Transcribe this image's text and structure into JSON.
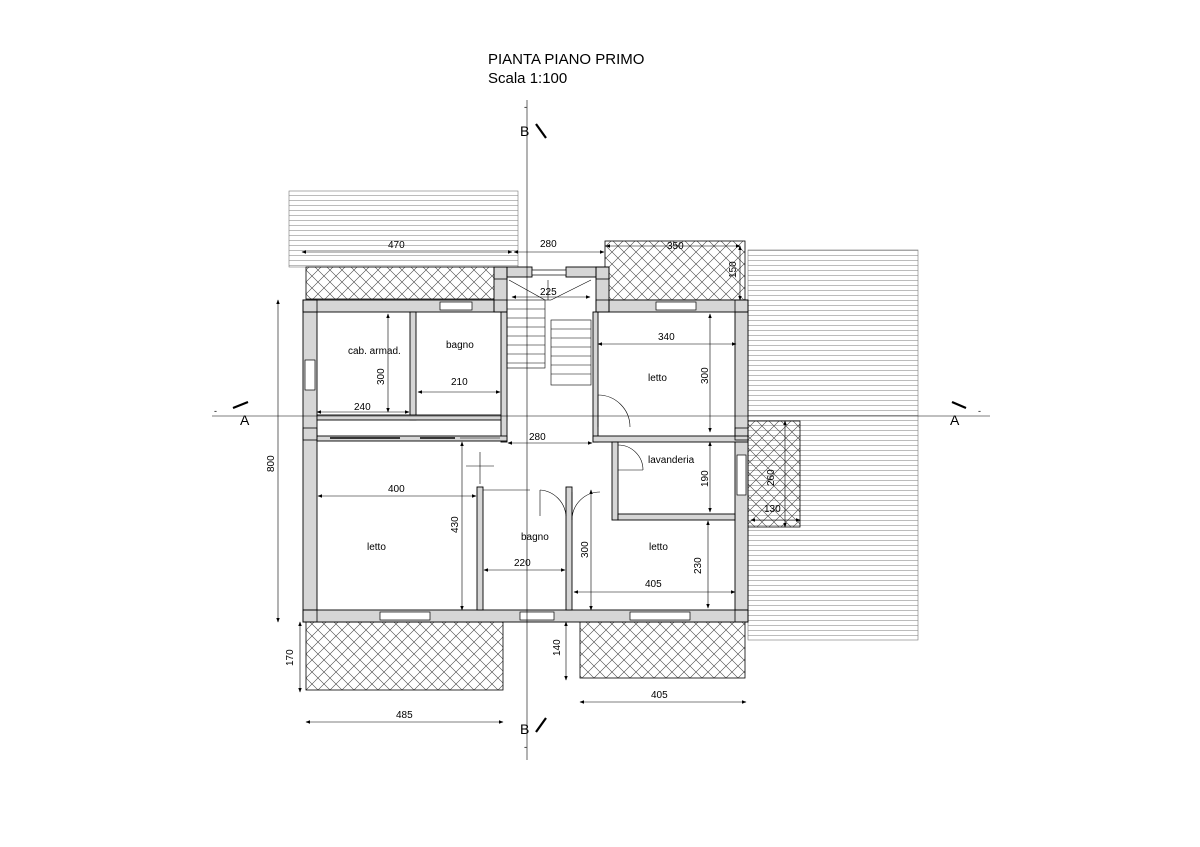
{
  "title": {
    "line1": "PIANTA PIANO PRIMO",
    "line2": "Scala 1:100"
  },
  "sections": {
    "a": "A",
    "b": "B"
  },
  "rooms": {
    "cab_armad": "cab. armad.",
    "bagno_top": "bagno",
    "letto_ne": "letto",
    "lavanderia": "lavanderia",
    "letto_w": "letto",
    "bagno_mid": "bagno",
    "letto_se": "letto"
  },
  "dimensions": {
    "d470": "470",
    "d280_top": "280",
    "d350": "350",
    "d150": "150",
    "d225": "225",
    "d340": "340",
    "d300_ne": "300",
    "d300_cab": "300",
    "d210": "210",
    "d240": "240",
    "d280_mid": "280",
    "d800": "800",
    "d400": "400",
    "d430": "430",
    "d190": "190",
    "d260": "260",
    "d130": "130",
    "d300_mid": "300",
    "d220": "220",
    "d230": "230",
    "d405_in": "405",
    "d170": "170",
    "d140": "140",
    "d485": "485",
    "d405_out": "405"
  },
  "colors": {
    "wall_fill": "#d6d6d6",
    "line": "#000000",
    "hatch": "#444444"
  }
}
